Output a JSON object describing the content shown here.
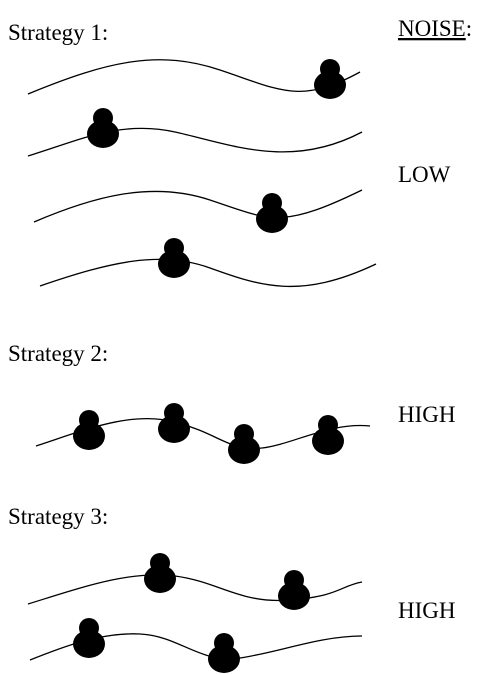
{
  "header": {
    "noise_title": "NOISE",
    "noise_colon": ":"
  },
  "strategies": [
    {
      "label": "Strategy 1:",
      "noise": "LOW"
    },
    {
      "label": "Strategy 2:",
      "noise": "HIGH"
    },
    {
      "label": "Strategy 3:",
      "noise": "HIGH"
    }
  ],
  "colors": {
    "ink": "#000000",
    "background": "#ffffff"
  }
}
